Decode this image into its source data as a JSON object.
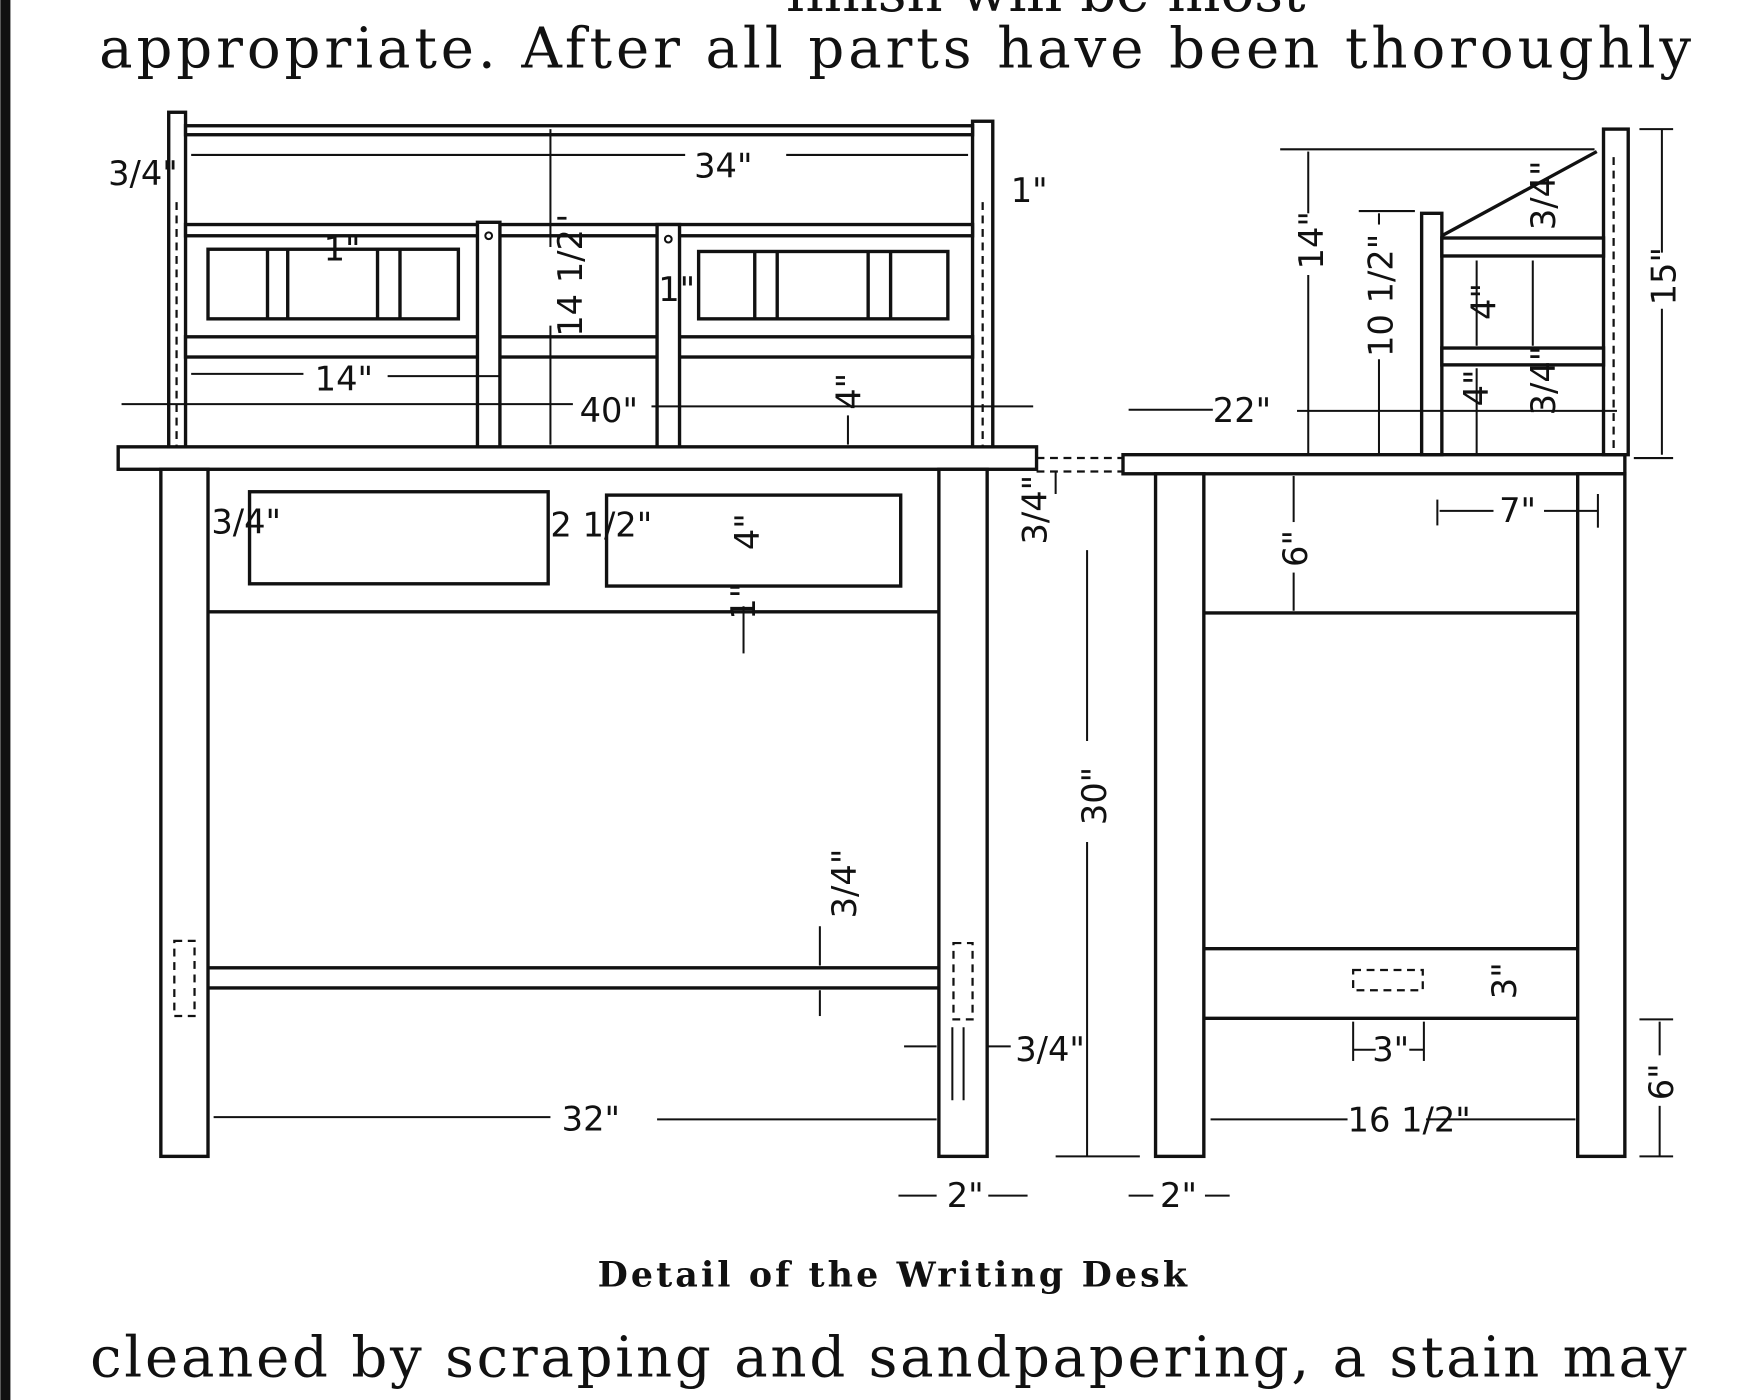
{
  "page": {
    "text_top_partial": "finish will be most",
    "text_top": "appropriate.  After all parts have been thoroughly",
    "caption": "Detail of the Writing Desk",
    "text_bottom": "cleaned by scraping and sandpapering, a stain may"
  },
  "drawing": {
    "front_view": {
      "dimensions": [
        "3/4\"",
        "34\"",
        "1\"",
        "1\"",
        "14 1/2\"",
        "1\"",
        "14\"",
        "40\"",
        "4\"",
        "3/4\"",
        "2 1/2\"",
        "4\"",
        "1\"",
        "3/4\"",
        "30\"",
        "3/4\"",
        "3/4\"",
        "32\"",
        "2\""
      ]
    },
    "side_view": {
      "dimensions": [
        "22\"",
        "14\"",
        "10 1/2\"",
        "3/4\"",
        "4\"",
        "4\"",
        "3/4\"",
        "15\"",
        "7\"",
        "6\"",
        "3\"",
        "3\"",
        "16 1/2\"",
        "6\"",
        "2\""
      ]
    }
  }
}
